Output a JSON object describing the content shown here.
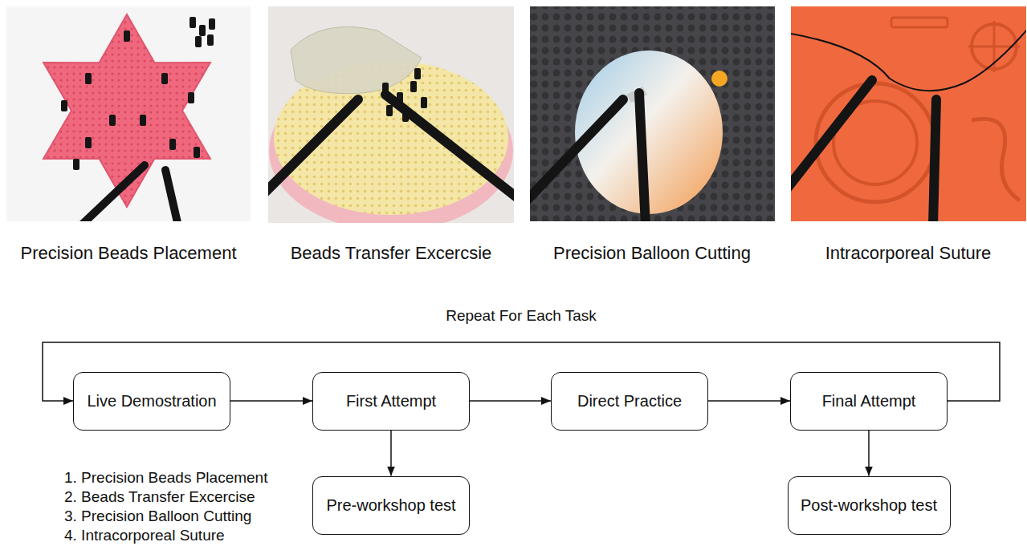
{
  "diagram": {
    "nodes": [
      {
        "text": [
          "Live Demostration"
        ]
      },
      {
        "text": [
          "First Attempt"
        ]
      },
      {
        "text": [
          "Direct Practice"
        ]
      },
      {
        "text": [
          "Final Attempt"
        ]
      },
      {
        "text": [
          "Pre-workshop test"
        ]
      },
      {
        "text": [
          "Post-workshop test"
        ]
      }
    ],
    "edges": [
      {
        "from": 0,
        "to": 1,
        "arrow": "to"
      },
      {
        "from": 1,
        "to": 2,
        "arrow": "to"
      },
      {
        "from": 2,
        "to": 3,
        "arrow": "to"
      },
      {
        "from": 3,
        "to": 0,
        "arrow": "to",
        "label": "Repeat For Each Task"
      },
      {
        "from": 1,
        "to": 4,
        "arrow": "to"
      },
      {
        "from": 3,
        "to": 5,
        "arrow": "to"
      }
    ],
    "labels": [
      "Precision Beads Placement",
      "Beads Transfer Excercsie",
      "Precision Balloon Cutting",
      "Intracorporeal Suture",
      "1. Precision Beads Placement",
      "2. Beads Transfer Excercise",
      "3. Precision Balloon Cutting",
      "4. Intracorporeal Suture"
    ]
  }
}
